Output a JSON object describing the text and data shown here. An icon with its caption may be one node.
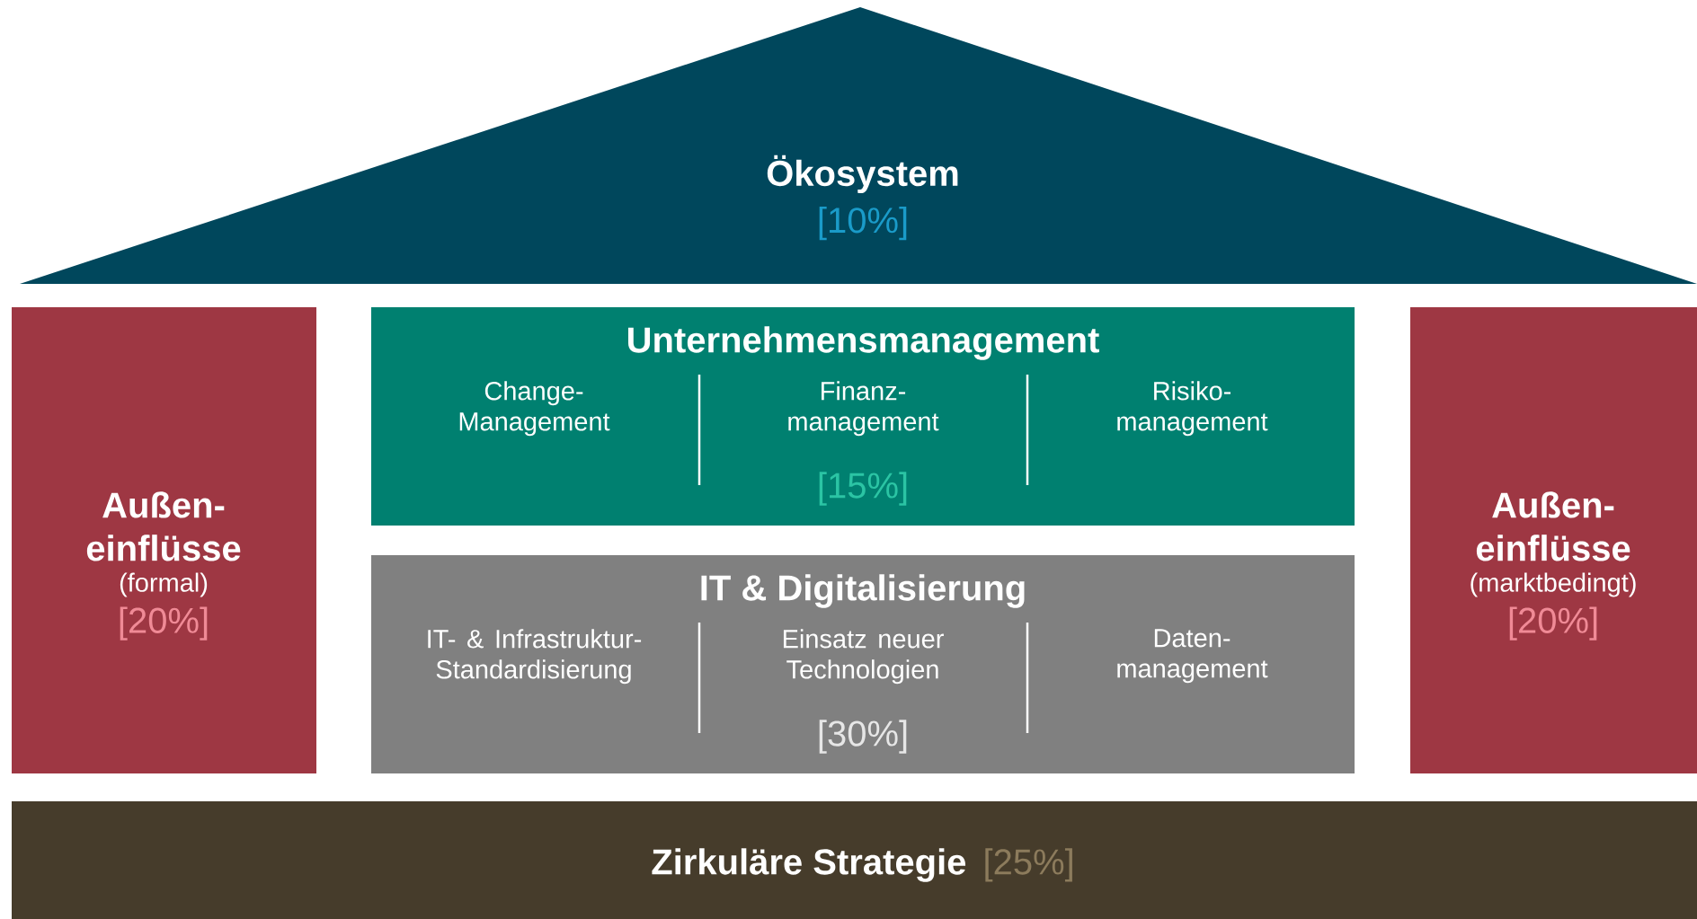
{
  "diagram": {
    "nodes": [
      {
        "text": [
          "Ökosystem",
          "[10%]"
        ]
      },
      {
        "text": [
          "Außen- einflüsse",
          "(formal)",
          "[20%]"
        ]
      },
      {
        "text": [
          "Unternehmensmanagement",
          "Change- Management",
          "Finanz- management",
          "[15%]",
          "Risiko- management"
        ]
      },
      {
        "text": [
          "IT & Digitalisierung",
          "IT- & Infrastruktur- Standardisierung",
          "Einsatz neuer Technologien",
          "[30%]",
          "Daten- management"
        ]
      },
      {
        "text": [
          "Außen- einflüsse",
          "(marktbedingt)",
          "[20%]"
        ]
      },
      {
        "text": [
          "Zirkuläre Strategie",
          "[25%]"
        ]
      }
    ]
  }
}
